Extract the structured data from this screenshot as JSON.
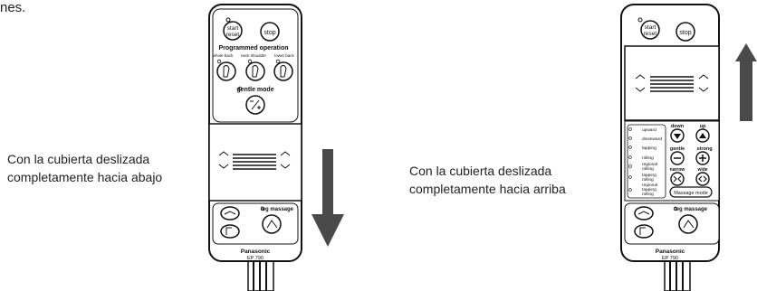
{
  "top_fragment": "nes.",
  "caption_left": {
    "line1": "Con la cubierta deslizada",
    "line2": "completamente hacia abajo"
  },
  "caption_right": {
    "line1": "Con la cubierta deslizada",
    "line2": "completamente hacia arriba"
  },
  "remote_left": {
    "start_reset_1": "start",
    "start_reset_2": "reset",
    "stop": "stop",
    "programmed_operation": "Programmed operation",
    "whole_back": "whole back",
    "neck_shoulder": "neck shoulder",
    "lower_back": "lower back",
    "gentle_mode": "gentle mode",
    "leg_massage": "leg massage",
    "brand": "Panasonic",
    "model": "EP 790"
  },
  "remote_right": {
    "start_reset_1": "start",
    "start_reset_2": "reset",
    "stop": "stop",
    "down": "down",
    "up": "up",
    "upward": "upward",
    "downward": "downward",
    "tapping": "tapping",
    "rolling": "rolling",
    "regional_rolling_1": "regional",
    "regional_rolling_2": "rolling",
    "tapping_rolling_1": "tapping",
    "tapping_rolling_2": "rolling",
    "regional_tapping_rolling_1": "regional",
    "regional_tapping_rolling_2": "tapping",
    "regional_tapping_rolling_3": "rolling",
    "gentle": "gentle",
    "strong": "strong",
    "narrow": "narrow",
    "wide": "wide",
    "massage_mode": "Massage mode",
    "leg_massage": "leg massage",
    "brand": "Panasonic",
    "model": "EP 790"
  },
  "colors": {
    "arrow": "#4a4a4a",
    "body": "#ffffff",
    "outline": "#111111"
  }
}
